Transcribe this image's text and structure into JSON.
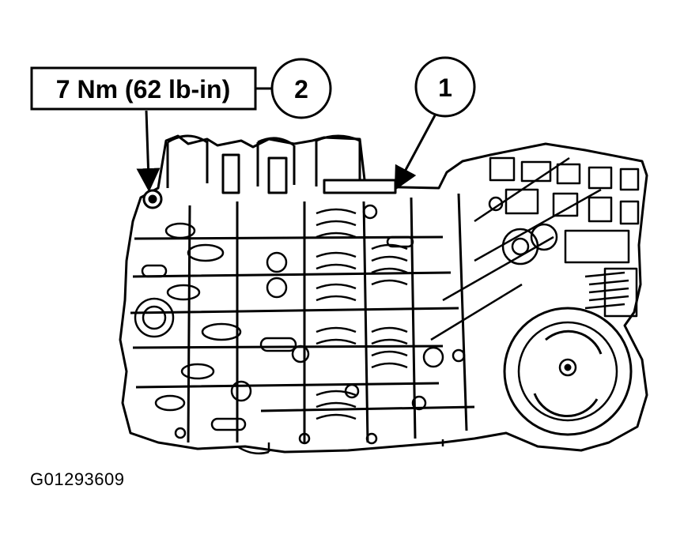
{
  "callouts": {
    "torque_spec": "7 Nm (62 lb-in)",
    "callout_2": "2",
    "callout_1": "1"
  },
  "figure_id": "G01293609"
}
